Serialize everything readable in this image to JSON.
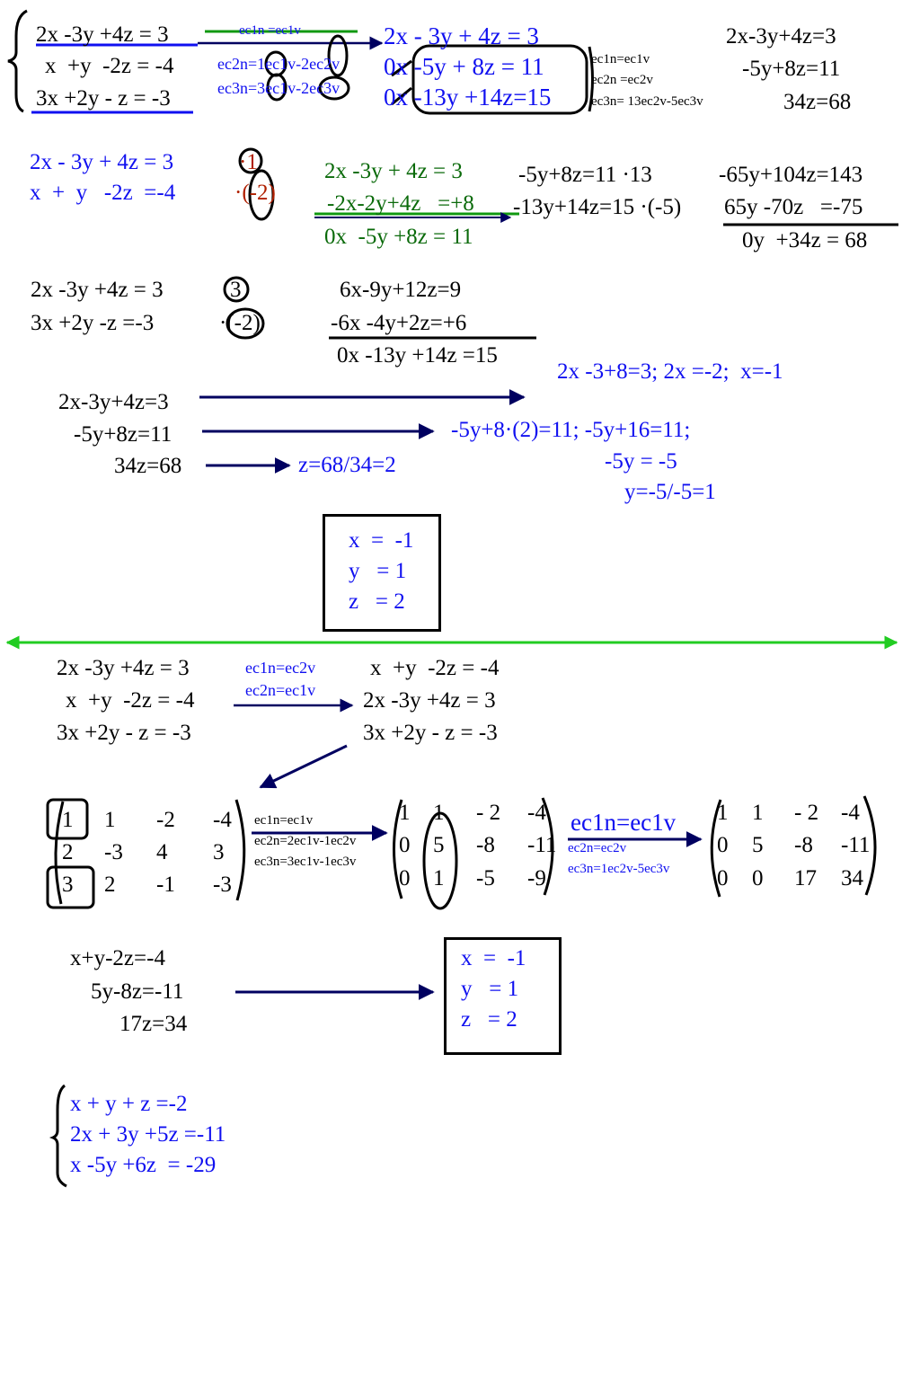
{
  "system1": {
    "eq1": "2x -3y +4z = 3",
    "eq2": "x  +y  -2z = -4",
    "eq3": "3x +2y - z = -3",
    "op1": "ec1n =ec1v",
    "op2": "ec2n=1ec1v-2ec2v",
    "op3": "ec3n=3ec1v-2ec3v",
    "res1": "2x - 3y + 4z = 3",
    "res2": "0x -5y + 8z = 11",
    "res3": "0x -13y +14z=15",
    "note1": "ec1n=ec1v",
    "note2": "ec2n =ec2v",
    "note3": "ec3n= 13ec2v-5ec3v",
    "final1": "2x-3y+4z=3",
    "final2": "-5y+8z=11",
    "final3": "34z=68"
  },
  "step_a": {
    "eq1": "2x - 3y + 4z = 3",
    "eq2": "x  +  y   -2z  =-4",
    "mult1": "·1",
    "mult2": "·(-2)",
    "g1": "2x -3y + 4z = 3",
    "g2": "-2x-2y+4z   =+8",
    "g3": "0x  -5y +8z = 11"
  },
  "step_b": {
    "eq1": "-5y+8z=11 ·13",
    "eq2": "-13y+14z=15 ·(-5)",
    "r1": "-65y+104z=143",
    "r2": "65y -70z   =-75",
    "r3": "0y  +34z = 68"
  },
  "step_c": {
    "eq1": "2x -3y +4z = 3",
    "eq2": "3x +2y -z =-3",
    "mult1": "3",
    "mult2": "·(-2)",
    "r1": "6x-9y+12z=9",
    "r2": "-6x -4y+2z=+6",
    "r3": "0x -13y +14z =15"
  },
  "back_sub": {
    "eq1": "2x-3y+4z=3",
    "eq2": "-5y+8z=11",
    "eq3": "34z=68",
    "z_solve": "z=68/34=2",
    "y_solve1": "-5y+8·(2)=11; -5y+16=11;",
    "y_solve2": "-5y = -5",
    "y_solve3": "y=-5/-5=1",
    "x_solve": "2x -3+8=3; 2x =-2;  x=-1"
  },
  "solution1": {
    "x": "x  =  -1",
    "y": "y   = 1",
    "z": "z   = 2"
  },
  "system2": {
    "eq1": "2x -3y +4z = 3",
    "eq2": "x  +y  -2z = -4",
    "eq3": "3x +2y - z = -3",
    "op1": "ec1n=ec2v",
    "op2": "ec2n=ec1v",
    "sw1": "x  +y  -2z = -4",
    "sw2": "2x -3y +4z = 3",
    "sw3": "3x +2y - z = -3"
  },
  "matrices": {
    "m1": [
      [
        "1",
        "1",
        "-2",
        "-4"
      ],
      [
        "2",
        "-3",
        "4",
        "3"
      ],
      [
        "3",
        "2",
        "-1",
        "-3"
      ]
    ],
    "ops1": [
      "ec1n=ec1v",
      "ec2n=2ec1v-1ec2v",
      "ec3n=3ec1v-1ec3v"
    ],
    "m2": [
      [
        "1",
        "1",
        "- 2",
        "-4"
      ],
      [
        "0",
        "5",
        "-8",
        "-11"
      ],
      [
        "0",
        "1",
        "-5",
        "-9"
      ]
    ],
    "ops2": [
      "ec1n=ec1v",
      "ec2n=ec2v",
      "ec3n=1ec2v-5ec3v"
    ],
    "m3": [
      [
        "1",
        "1",
        "- 2",
        "-4"
      ],
      [
        "0",
        "5",
        "-8",
        "-11"
      ],
      [
        "0",
        "0",
        "17",
        "34"
      ]
    ]
  },
  "reduced": {
    "eq1": "x+y-2z=-4",
    "eq2": "5y-8z=-11",
    "eq3": "17z=34"
  },
  "solution2": {
    "x": "x  =  -1",
    "y": "y   = 1",
    "z": "z   = 2"
  },
  "system3": {
    "eq1": "x + y + z =-2",
    "eq2": "2x + 3y +5z =-11",
    "eq3": "x -5y +6z  = -29"
  },
  "colors": {
    "blue": "#1010f0",
    "navy": "#000060",
    "green": "#22cc22",
    "dark_green": "#0a6a0a",
    "red": "#b02000"
  }
}
